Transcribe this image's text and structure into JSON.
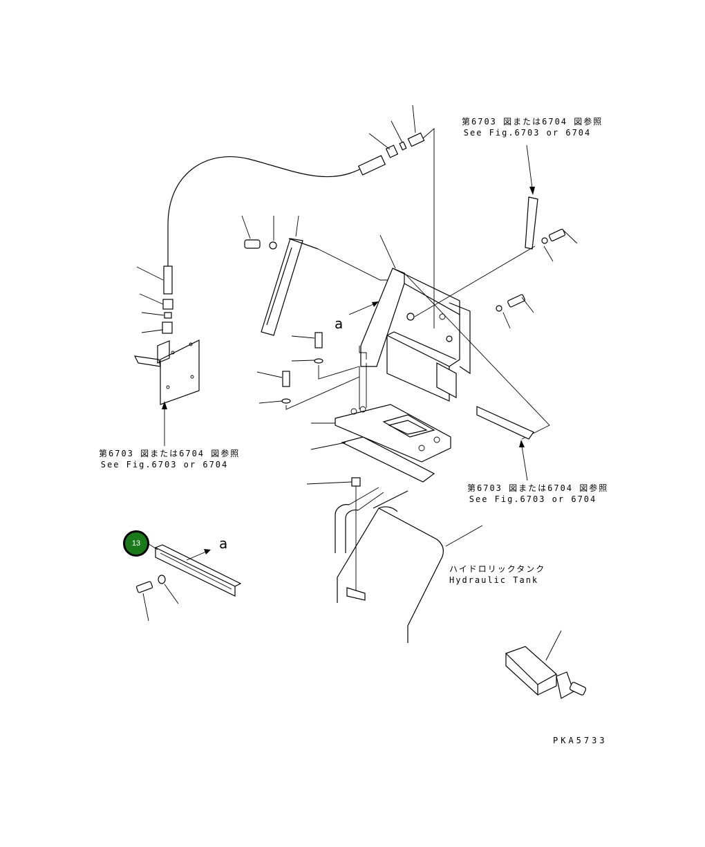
{
  "references": [
    {
      "jp": "第6703 図または6704 図参照",
      "en": "See Fig.6703 or 6704"
    },
    {
      "jp": "第6703 図または6704 図参照",
      "en": "See Fig.6703 or 6704"
    },
    {
      "jp": "第6703 図または6704 図参照",
      "en": "See Fig.6703 or 6704"
    }
  ],
  "tank_label": {
    "jp": "ハイドロリックタンク",
    "en": "Hydraulic Tank"
  },
  "view_marks": [
    "a",
    "a"
  ],
  "callout": {
    "number": "13",
    "color": "#1a7a1a"
  },
  "drawing_code": "PKA5733"
}
